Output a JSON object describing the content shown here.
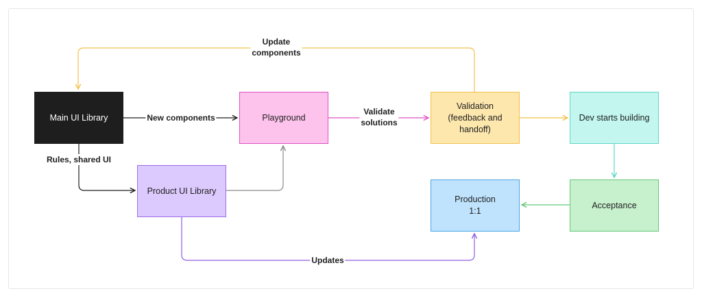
{
  "colors": {
    "main_fill": "#1e1e1e",
    "playground_fill": "#fdc3ec",
    "playground_border": "#e052c3",
    "validation_fill": "#fde7ad",
    "validation_border": "#f2c14a",
    "dev_fill": "#c2f6ef",
    "dev_border": "#5fd6c6",
    "product_fill": "#dcc9fd",
    "product_border": "#9a6ee8",
    "production_fill": "#bfe3fd",
    "production_border": "#4aa5e6",
    "acceptance_fill": "#c7f0cd",
    "acceptance_border": "#62c776",
    "edge_yellow": "#f2c14a",
    "edge_black": "#1e1e1e",
    "edge_gray": "#8a8a8a",
    "edge_pink": "#e052c3",
    "edge_teal": "#5fd6c6",
    "edge_green": "#62c776",
    "edge_purple": "#8e5ee0"
  },
  "nodes": {
    "main_ui_library": "Main UI Library",
    "playground": "Playground",
    "validation": "Validation\n(feedback and\nhandoff)",
    "dev_starts_building": "Dev starts building",
    "product_ui_library": "Product UI Library",
    "production": "Production\n1:1",
    "acceptance": "Acceptance"
  },
  "edge_labels": {
    "update_components": "Update\ncomponents",
    "new_components": "New components",
    "validate_solutions": "Validate\nsolutions",
    "rules_shared_ui": "Rules, shared UI",
    "updates": "Updates"
  }
}
